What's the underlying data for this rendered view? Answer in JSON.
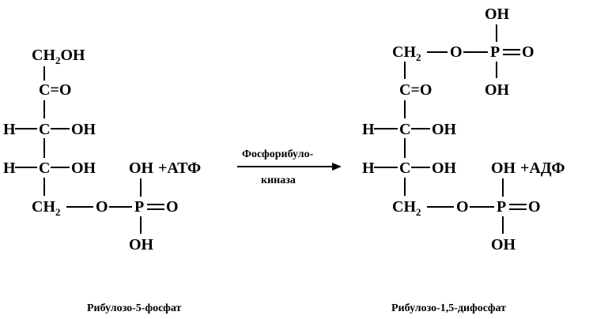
{
  "reactant": {
    "ch2oh": {
      "ch": "CH",
      "sub": "2",
      "oh": "OH"
    },
    "carbonyl": "C=O",
    "row1": {
      "h": "H",
      "c": "C",
      "oh": "OH"
    },
    "row2": {
      "h": "H",
      "c": "C",
      "oh": "OH"
    },
    "phosphate_top_oh": "OH",
    "atp": "+АТФ",
    "phosphate_row": {
      "ch": "CH",
      "sub": "2",
      "o": "O",
      "p": "P",
      "eq_o": "O"
    },
    "phosphate_bottom_oh": "OH",
    "name": "Рибулозо-5-фосфат"
  },
  "enzyme": {
    "line1": "Фосфорибуло-",
    "line2": "киназа"
  },
  "product": {
    "top_phosphate_oh_top": "OH",
    "top_row": {
      "ch": "CH",
      "sub": "2",
      "o": "O",
      "p": "P",
      "eq_o": "O"
    },
    "top_phosphate_oh_bottom": "OH",
    "carbonyl": "C=O",
    "row1": {
      "h": "H",
      "c": "C",
      "oh": "OH"
    },
    "row2": {
      "h": "H",
      "c": "C",
      "oh": "OH"
    },
    "phosphate_top_oh": "OH",
    "adp": "+АДФ",
    "phosphate_row": {
      "ch": "CH",
      "sub": "2",
      "o": "O",
      "p": "P",
      "eq_o": "O"
    },
    "phosphate_bottom_oh": "OH",
    "name": "Рибулозо-1,5-дифосфат"
  }
}
